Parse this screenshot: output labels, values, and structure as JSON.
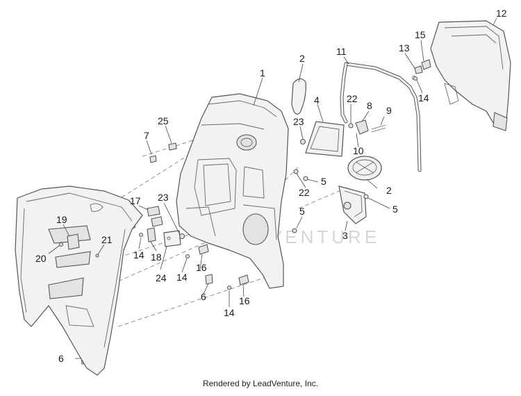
{
  "diagram": {
    "watermark": "LEADVENTURE",
    "credit": "Rendered by LeadVenture, Inc.",
    "callouts": [
      {
        "id": "c1",
        "text": "1"
      },
      {
        "id": "c2a",
        "text": "2"
      },
      {
        "id": "c2b",
        "text": "2"
      },
      {
        "id": "c3",
        "text": "3"
      },
      {
        "id": "c4",
        "text": "4"
      },
      {
        "id": "c5a",
        "text": "5"
      },
      {
        "id": "c5b",
        "text": "5"
      },
      {
        "id": "c5c",
        "text": "5"
      },
      {
        "id": "c6a",
        "text": "6"
      },
      {
        "id": "c6b",
        "text": "6"
      },
      {
        "id": "c7",
        "text": "7"
      },
      {
        "id": "c8",
        "text": "8"
      },
      {
        "id": "c9",
        "text": "9"
      },
      {
        "id": "c10",
        "text": "10"
      },
      {
        "id": "c11",
        "text": "11"
      },
      {
        "id": "c12",
        "text": "12"
      },
      {
        "id": "c13",
        "text": "13"
      },
      {
        "id": "c14a",
        "text": "14"
      },
      {
        "id": "c14b",
        "text": "14"
      },
      {
        "id": "c14c",
        "text": "14"
      },
      {
        "id": "c14d",
        "text": "14"
      },
      {
        "id": "c15",
        "text": "15"
      },
      {
        "id": "c16a",
        "text": "16"
      },
      {
        "id": "c16b",
        "text": "16"
      },
      {
        "id": "c17",
        "text": "17"
      },
      {
        "id": "c18",
        "text": "18"
      },
      {
        "id": "c19",
        "text": "19"
      },
      {
        "id": "c20",
        "text": "20"
      },
      {
        "id": "c21",
        "text": "21"
      },
      {
        "id": "c22a",
        "text": "22"
      },
      {
        "id": "c22b",
        "text": "22"
      },
      {
        "id": "c23a",
        "text": "23"
      },
      {
        "id": "c23b",
        "text": "23"
      },
      {
        "id": "c24",
        "text": "24"
      },
      {
        "id": "c25",
        "text": "25"
      }
    ]
  }
}
